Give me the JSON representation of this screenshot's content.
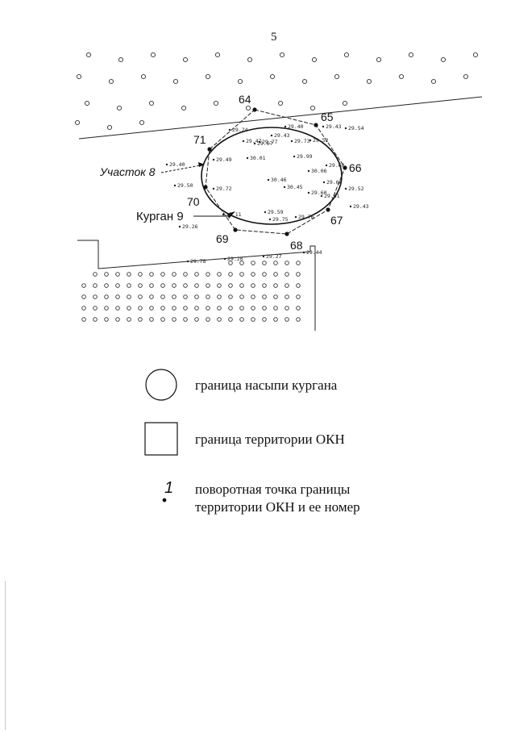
{
  "page_number": "5",
  "labels": {
    "plot": "Участок 8",
    "kurgan": "Курган 9"
  },
  "boundary_points": [
    {
      "id": "64",
      "label": "64"
    },
    {
      "id": "65",
      "label": "65"
    },
    {
      "id": "66",
      "label": "66"
    },
    {
      "id": "67",
      "label": "67"
    },
    {
      "id": "68",
      "label": "68"
    },
    {
      "id": "69",
      "label": "69"
    },
    {
      "id": "70",
      "label": "70"
    },
    {
      "id": "71",
      "label": "71"
    }
  ],
  "elevations": [
    "29.24",
    "29.40",
    "29.43",
    "29.54",
    "29.43",
    "29.47",
    "29.77",
    "29.67",
    "29.73",
    "29.52",
    "29.49",
    "30.01",
    "29.99",
    "29.68",
    "30.06",
    "29.66",
    "29.52",
    "29.43",
    "29.40",
    "29.72",
    "29.50",
    "30.46",
    "30.45",
    "29.60",
    "29.61",
    "29.11",
    "29.59",
    "29.75",
    "29.76",
    "29.26",
    "29.44",
    "29.78",
    "29.20",
    "29.27"
  ],
  "legend": {
    "mound_boundary": "граница насыпи кургана",
    "territory_boundary": "граница территории ОКН",
    "turn_point_line1": "поворотная точка границы",
    "turn_point_line2": "территории ОКН и ее номер",
    "turn_point_example": "1"
  }
}
